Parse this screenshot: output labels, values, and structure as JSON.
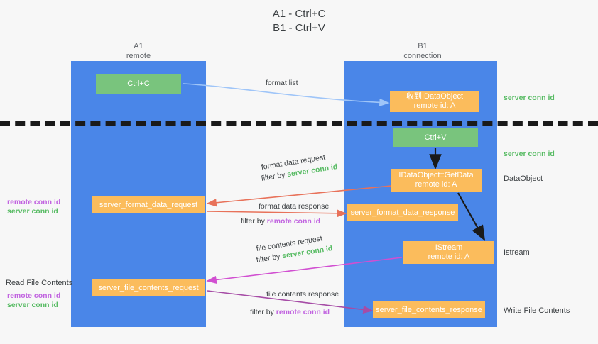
{
  "title": {
    "line1": "A1 - Ctrl+C",
    "line2": "B1 - Ctrl+V"
  },
  "lanes": [
    {
      "name": "A1",
      "sub": "remote"
    },
    {
      "name": "B1",
      "sub": "connection"
    }
  ],
  "boxes": {
    "ctrl_c": "Ctrl+C",
    "ctrl_v": "Ctrl+V",
    "idataobject": {
      "line1": "收到IDataObject",
      "line2": "remote id: A"
    },
    "getdata": {
      "line1": "IDataObject::GetData",
      "line2": "remote id: A"
    },
    "istream": {
      "line1": "IStream",
      "line2": "remote id: A"
    },
    "server_format_data_request": "server_format_data_request",
    "server_format_data_response": "server_format_data_response",
    "server_file_contents_request": "server_file_contents_request",
    "server_file_contents_response": "server_file_contents_response"
  },
  "edge_labels": {
    "format_list": "format list",
    "format_data_request": "format data request",
    "format_data_response": "format data response",
    "file_contents_request": "file contents request",
    "file_contents_response": "file contents response",
    "filter_by": "filter by ",
    "server_conn_id": "server conn id",
    "remote_conn_id": "remote conn id"
  },
  "right_annotations": {
    "server_conn_id_top": "server conn id",
    "server_conn_id_mid": "server conn id",
    "dataobject": "DataObject",
    "istream": "Istream",
    "write_file_contents": "Write File Contents"
  },
  "left_annotations": {
    "remote_conn_id_1": "remote conn id",
    "server_conn_id_1": "server conn id",
    "read_file_contents": "Read File Contents",
    "remote_conn_id_2": "remote conn id",
    "server_conn_id_2": "server conn id"
  },
  "colors": {
    "lane": "#4a86e8",
    "orange": "#fbbc5c",
    "green": "#79c47d",
    "green_text": "#57bb63",
    "purple_text": "#c163e0",
    "arrow_blue": "#9fc5f8",
    "arrow_red": "#e8725a",
    "arrow_magenta": "#d14fd1",
    "arrow_purple": "#a64ca6",
    "arrow_black": "#1a1a1a"
  }
}
